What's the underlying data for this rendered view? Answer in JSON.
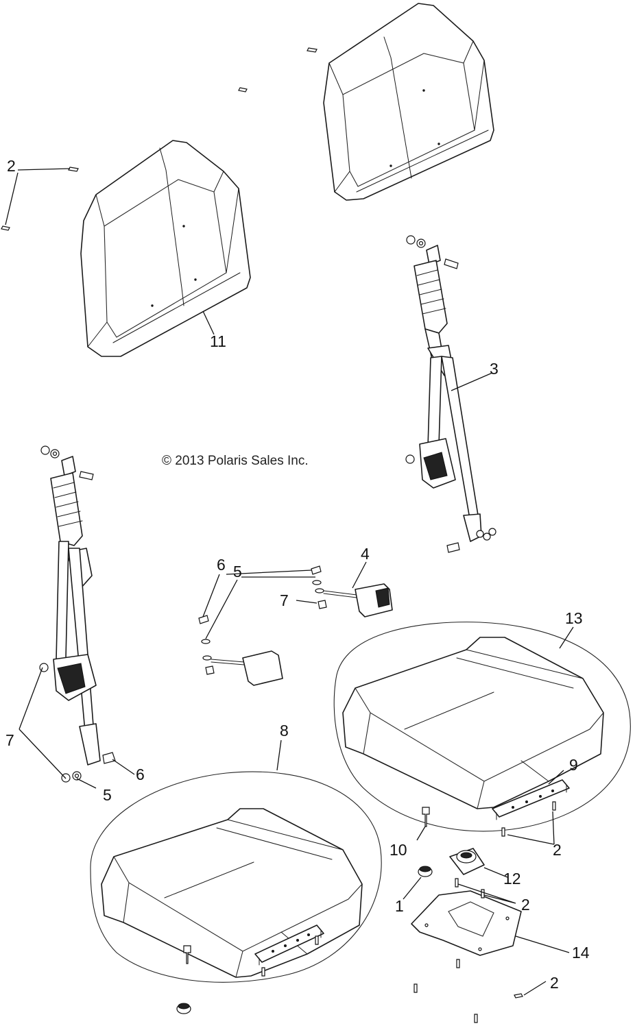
{
  "copyright": "© 2013 Polaris Sales Inc.",
  "callouts": {
    "c1": "1",
    "c2a": "2",
    "c2b": "2",
    "c2c": "2",
    "c2d": "2",
    "c3": "3",
    "c4": "4",
    "c5a": "5",
    "c5b": "5",
    "c6a": "6",
    "c6b": "6",
    "c7a": "7",
    "c7b": "7",
    "c8": "8",
    "c9": "9",
    "c10": "10",
    "c11": "11",
    "c12": "12",
    "c13": "13",
    "c14": "14"
  }
}
